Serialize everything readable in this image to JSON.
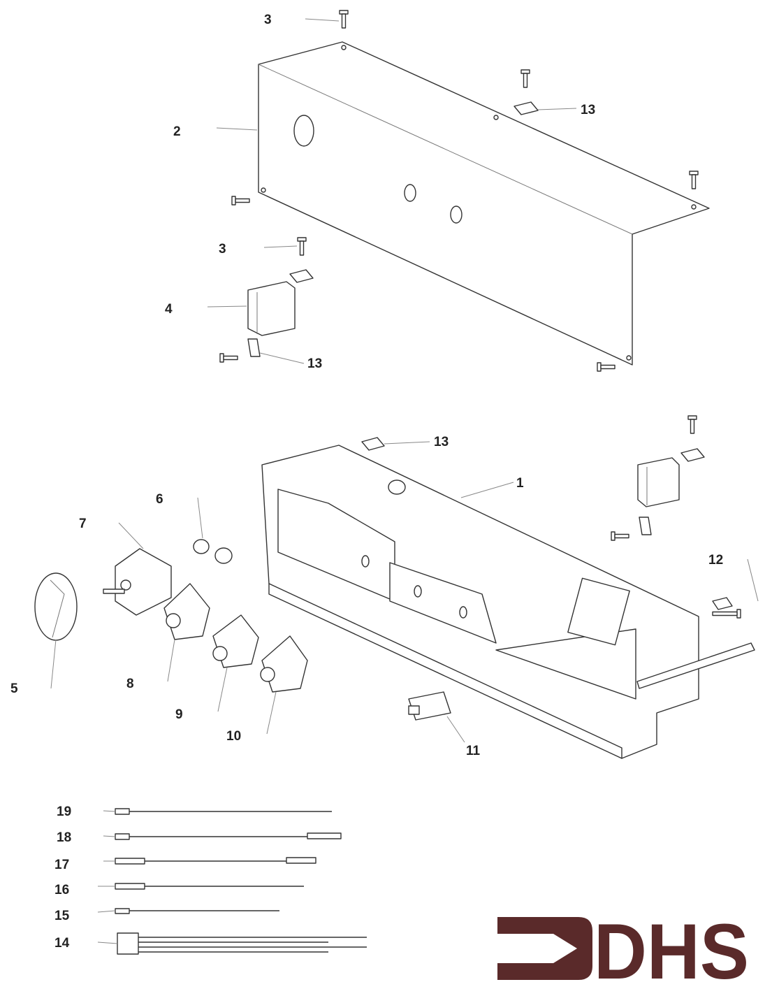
{
  "title": "Exploded parts diagram",
  "callouts": {
    "p1": "1",
    "p2": "2",
    "p3a": "3",
    "p3b": "3",
    "p4": "4",
    "p5": "5",
    "p6": "6",
    "p7": "7",
    "p8": "8",
    "p9": "9",
    "p10": "10",
    "p11": "11",
    "p12": "12",
    "p13a": "13",
    "p13b": "13",
    "p13c": "13",
    "p14": "14",
    "p15": "15",
    "p16": "16",
    "p17": "17",
    "p18": "18",
    "p19": "19"
  },
  "logo": {
    "text": "DHS",
    "color": "#5a2a2a"
  }
}
